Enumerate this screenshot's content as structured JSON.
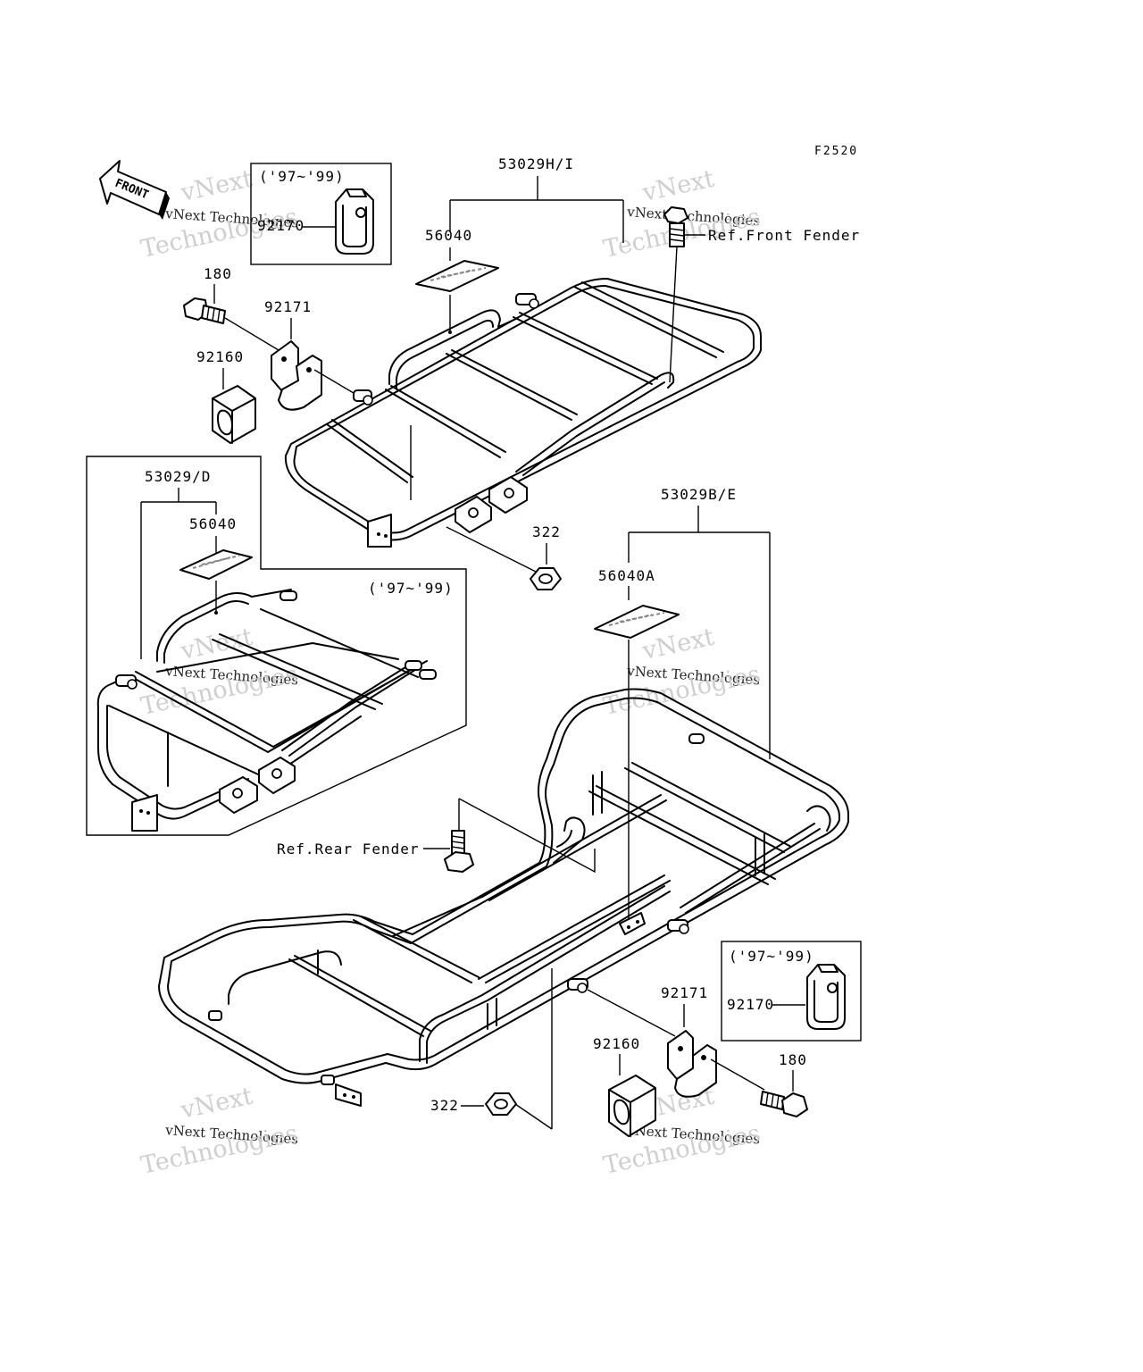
{
  "figure_code": "F2520",
  "watermark": {
    "line1": "vNext Technologies",
    "line2": "vNext",
    "line3": "Technologies"
  },
  "front_label": "FRONT",
  "ref_labels": {
    "front_fender": "Ref.Front Fender",
    "rear_fender": "Ref.Rear Fender"
  },
  "year_note": "('97~'99)",
  "parts": {
    "front_carrier": "53029H/I",
    "front_carrier_alt": "53029/D",
    "rear_carrier": "53029B/E",
    "mat_front": "56040",
    "mat_front_alt": "56040",
    "mat_rear": "56040A",
    "bolt_front": "180",
    "bolt_rear": "180",
    "clamp_front": "92171",
    "clamp_rear": "92171",
    "cushion_front": "92160",
    "cushion_rear": "92160",
    "clamp_old_front": "92170",
    "clamp_old_rear": "92170",
    "nut_front": "322",
    "nut_rear": "322"
  }
}
